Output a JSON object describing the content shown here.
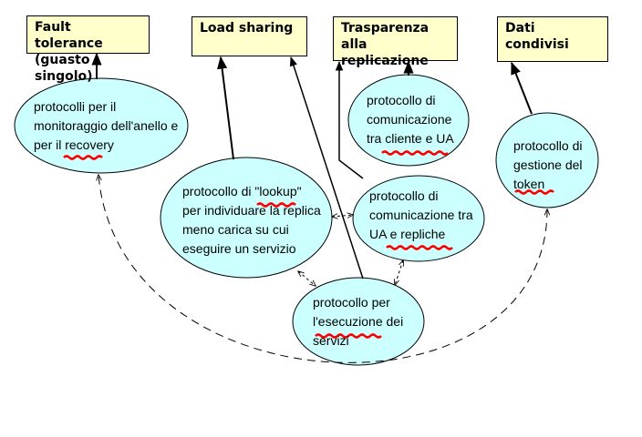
{
  "colors": {
    "box_fill": "#ffffcc",
    "ellipse_fill": "#ccffff",
    "stroke": "#000000",
    "squiggle": "#ff0000"
  },
  "boxes": {
    "fault_tolerance": "Fault tolerance\n(guasto singolo)",
    "load_sharing": "Load sharing",
    "trasparenza": "Trasparenza alla\nreplicazione",
    "dati_condivisi": "Dati condivisi"
  },
  "nodes": {
    "monitoraggio": "protocolli per il\nmonitoraggio dell'anello e\nper il recovery",
    "lookup": "protocollo di \"lookup\"\nper individuare la replica\nmeno carica su cui\neseguire un servizio",
    "cliente_ua": "protocollo di\ncomunicazione\ntra cliente e UA",
    "ua_repliche": "protocollo di\ncomunicazione tra\nUA e repliche",
    "token": "protocollo di\ngestione del\ntoken",
    "esecuzione": "protocollo per\nl'esecuzione dei\nservizi"
  }
}
